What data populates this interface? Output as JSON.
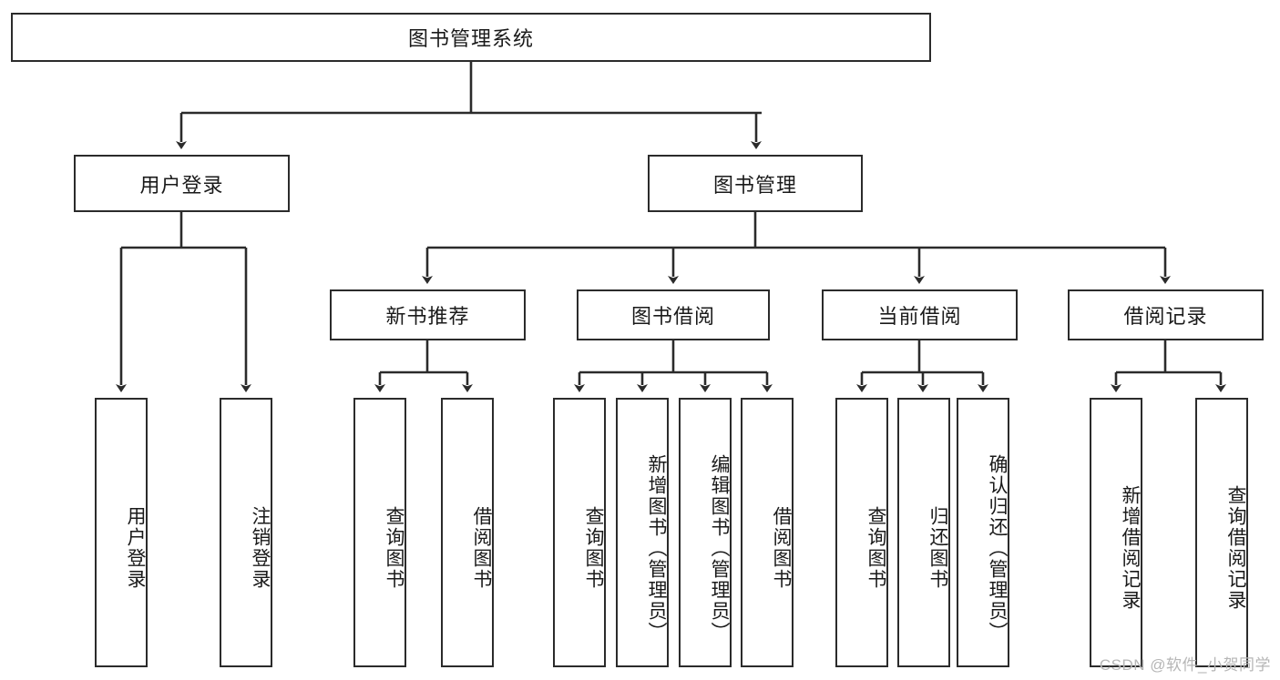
{
  "diagram": {
    "title": "图书管理系统",
    "watermark": "CSDN @软件_小贺同学",
    "root": {
      "label": "图书管理系统"
    },
    "level2": [
      {
        "label": "用户登录"
      },
      {
        "label": "图书管理"
      }
    ],
    "level3": [
      {
        "label": "新书推荐"
      },
      {
        "label": "图书借阅"
      },
      {
        "label": "当前借阅"
      },
      {
        "label": "借阅记录"
      }
    ],
    "leaves": [
      {
        "label": "用户登录"
      },
      {
        "label": "注销登录"
      },
      {
        "label": "查询图书"
      },
      {
        "label": "借阅图书"
      },
      {
        "label": "查询图书"
      },
      {
        "label": "新增图书（管理员）"
      },
      {
        "label": "编辑图书（管理员）"
      },
      {
        "label": "借阅图书"
      },
      {
        "label": "查询图书"
      },
      {
        "label": "归还图书"
      },
      {
        "label": "确认归还（管理员）"
      },
      {
        "label": "新增借阅记录"
      },
      {
        "label": "查询借阅记录"
      }
    ],
    "colors": {
      "stroke": "#2b2b2b",
      "fill": "#ffffff",
      "text": "#1a1a1a",
      "watermark": "#b6b6b6"
    }
  }
}
